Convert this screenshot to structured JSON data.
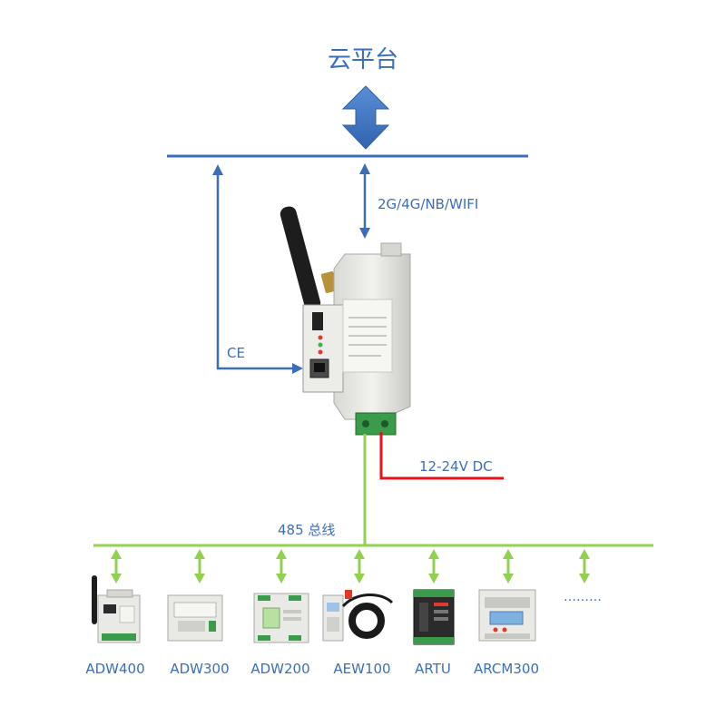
{
  "title": "云平台",
  "network_label": "2G/4G/NB/WIFI",
  "ce_label": "CE",
  "power_label": "12-24V DC",
  "bus_label": "485 总线",
  "more_label": "………",
  "devices": [
    {
      "label": "ADW400"
    },
    {
      "label": "ADW300"
    },
    {
      "label": "ADW200"
    },
    {
      "label": "AEW100"
    },
    {
      "label": "ARTU"
    },
    {
      "label": "ARCM300"
    }
  ],
  "colors": {
    "blue": "#3a6fb8",
    "green": "#92d050",
    "red": "#e3151b",
    "device_body": "#e9e9e6"
  }
}
